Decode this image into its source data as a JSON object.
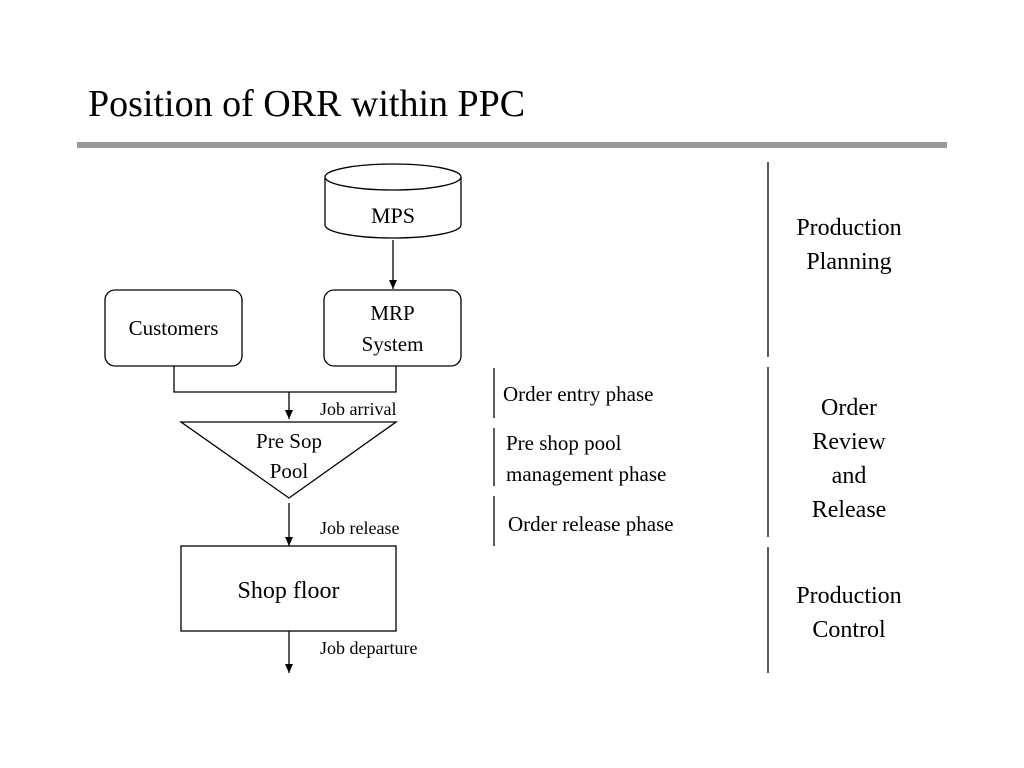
{
  "title": "Position of ORR within PPC",
  "colors": {
    "title_rule": "#999999",
    "stroke": "#000000",
    "text": "#000000",
    "background": "#ffffff"
  },
  "nodes": {
    "mps": "MPS",
    "customers": "Customers",
    "mrp_line1": "MRP",
    "mrp_line2": "System",
    "pool_line1": "Pre Sop",
    "pool_line2": "Pool",
    "shop_floor": "Shop floor"
  },
  "flow_labels": {
    "job_arrival": "Job arrival",
    "job_release": "Job release",
    "job_departure": "Job departure"
  },
  "phases": {
    "order_entry": "Order entry phase",
    "pool_management_line1": "Pre shop pool",
    "pool_management_line2": "management phase",
    "order_release": "Order release phase"
  },
  "levels": {
    "production_planning_line1": "Production",
    "production_planning_line2": "Planning",
    "orr_line1": "Order",
    "orr_line2": "Review",
    "orr_line3": "and",
    "orr_line4": "Release",
    "production_control_line1": "Production",
    "production_control_line2": "Control"
  }
}
